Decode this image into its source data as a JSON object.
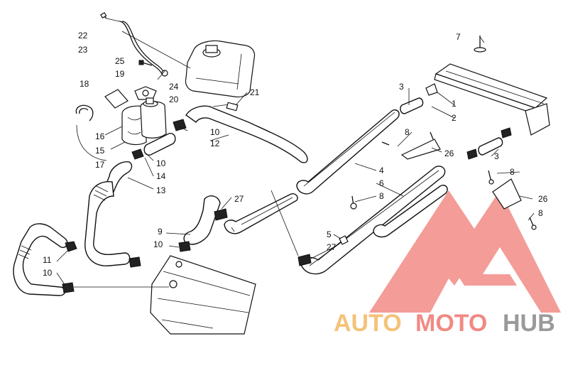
{
  "diagram": {
    "labels": [
      {
        "id": "p22a",
        "text": "22"
      },
      {
        "id": "p23",
        "text": "23"
      },
      {
        "id": "p25",
        "text": "25"
      },
      {
        "id": "p19",
        "text": "19"
      },
      {
        "id": "p24",
        "text": "24"
      },
      {
        "id": "p18",
        "text": "18"
      },
      {
        "id": "p20",
        "text": "20"
      },
      {
        "id": "p21",
        "text": "21"
      },
      {
        "id": "p16",
        "text": "16"
      },
      {
        "id": "p15",
        "text": "15"
      },
      {
        "id": "p17",
        "text": "17"
      },
      {
        "id": "p10a",
        "text": "10"
      },
      {
        "id": "p12",
        "text": "12"
      },
      {
        "id": "p10b",
        "text": "10"
      },
      {
        "id": "p14",
        "text": "14"
      },
      {
        "id": "p13",
        "text": "13"
      },
      {
        "id": "p27a",
        "text": "27"
      },
      {
        "id": "p9",
        "text": "9"
      },
      {
        "id": "p10c",
        "text": "10"
      },
      {
        "id": "p11",
        "text": "11"
      },
      {
        "id": "p10d",
        "text": "10"
      },
      {
        "id": "p7",
        "text": "7"
      },
      {
        "id": "p3a",
        "text": "3"
      },
      {
        "id": "p1",
        "text": "1"
      },
      {
        "id": "p2",
        "text": "2"
      },
      {
        "id": "p8a",
        "text": "8"
      },
      {
        "id": "p26a",
        "text": "26"
      },
      {
        "id": "p3b",
        "text": "3"
      },
      {
        "id": "p4",
        "text": "4"
      },
      {
        "id": "p6",
        "text": "6"
      },
      {
        "id": "p8b",
        "text": "8"
      },
      {
        "id": "p8c",
        "text": "8"
      },
      {
        "id": "p26b",
        "text": "26"
      },
      {
        "id": "p8d",
        "text": "8"
      },
      {
        "id": "p5",
        "text": "5"
      },
      {
        "id": "p27b",
        "text": "27"
      }
    ]
  },
  "watermark": {
    "part1": "AUTO",
    "part2": "MOTO",
    "part3": "HUB",
    "color1": "#f5c27a",
    "color2": "#f08a84",
    "color3": "#9a9a9a",
    "logo_color": "#f28b85"
  }
}
